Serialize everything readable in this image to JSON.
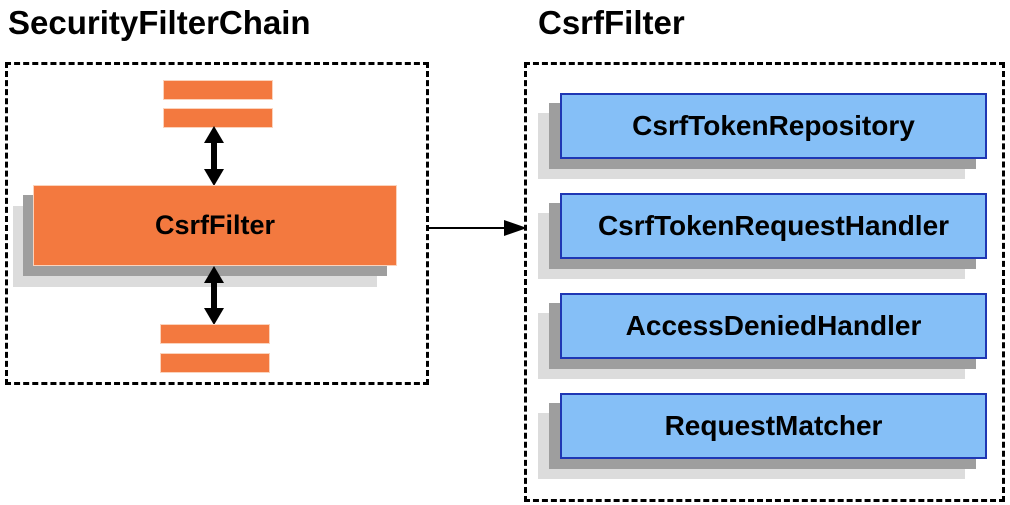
{
  "left_panel": {
    "title": "SecurityFilterChain",
    "filter_label": "CsrfFilter"
  },
  "right_panel": {
    "title": "CsrfFilter",
    "components": [
      "CsrfTokenRepository",
      "CsrfTokenRequestHandler",
      "AccessDeniedHandler",
      "RequestMatcher"
    ]
  },
  "colors": {
    "orange": "#F3793F",
    "orange_edge": "#FBD3BC",
    "blue_fill": "#85BFF7",
    "blue_border": "#1F37B4",
    "shadow_dark": "#9E9E9E",
    "shadow_light": "#DCDCDC",
    "arrow": "#000000",
    "dashed_border": "#000000"
  }
}
